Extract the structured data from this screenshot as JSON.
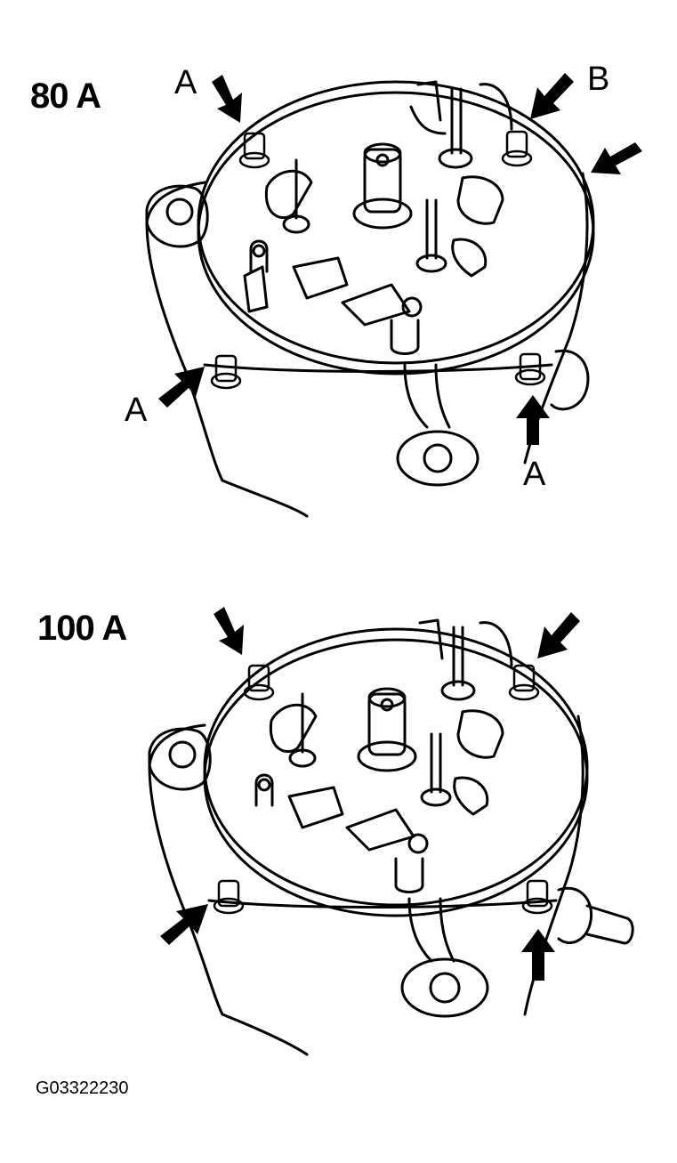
{
  "panels": [
    {
      "rating": "80 A",
      "callouts": [
        "A",
        "B",
        "A",
        "A"
      ]
    },
    {
      "rating": "100 A"
    }
  ],
  "figure_id": "G03322230",
  "colors": {
    "ink": "#000000",
    "paper": "#ffffff"
  },
  "icons": [
    "arrow-icon",
    "bolt-icon",
    "alternator-illustration"
  ]
}
